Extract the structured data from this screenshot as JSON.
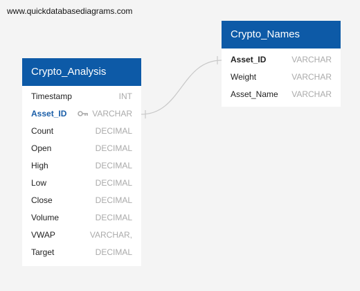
{
  "watermark": "www.quickdatabasediagrams.com",
  "tables": [
    {
      "title": "Crypto_Analysis",
      "fields": [
        {
          "name": "Timestamp",
          "type": "INT"
        },
        {
          "name": "Asset_ID",
          "type": "VARCHAR",
          "fk": true
        },
        {
          "name": "Count",
          "type": "DECIMAL"
        },
        {
          "name": "Open",
          "type": "DECIMAL"
        },
        {
          "name": "High",
          "type": "DECIMAL"
        },
        {
          "name": "Low",
          "type": "DECIMAL"
        },
        {
          "name": "Close",
          "type": "DECIMAL"
        },
        {
          "name": "Volume",
          "type": "DECIMAL"
        },
        {
          "name": "VWAP",
          "type": "VARCHAR,"
        },
        {
          "name": "Target",
          "type": "DECIMAL"
        }
      ]
    },
    {
      "title": "Crypto_Names",
      "fields": [
        {
          "name": "Asset_ID",
          "type": "VARCHAR",
          "pk": true
        },
        {
          "name": "Weight",
          "type": "VARCHAR"
        },
        {
          "name": "Asset_Name",
          "type": "VARCHAR"
        }
      ]
    }
  ],
  "colors": {
    "header": "#0d5aa7",
    "background": "#f4f4f4",
    "relationship_line": "#c8c8c8"
  },
  "icons": {
    "foreign_key": "key-icon"
  },
  "relationship": {
    "from": "Crypto_Analysis.Asset_ID",
    "to": "Crypto_Names.Asset_ID"
  }
}
